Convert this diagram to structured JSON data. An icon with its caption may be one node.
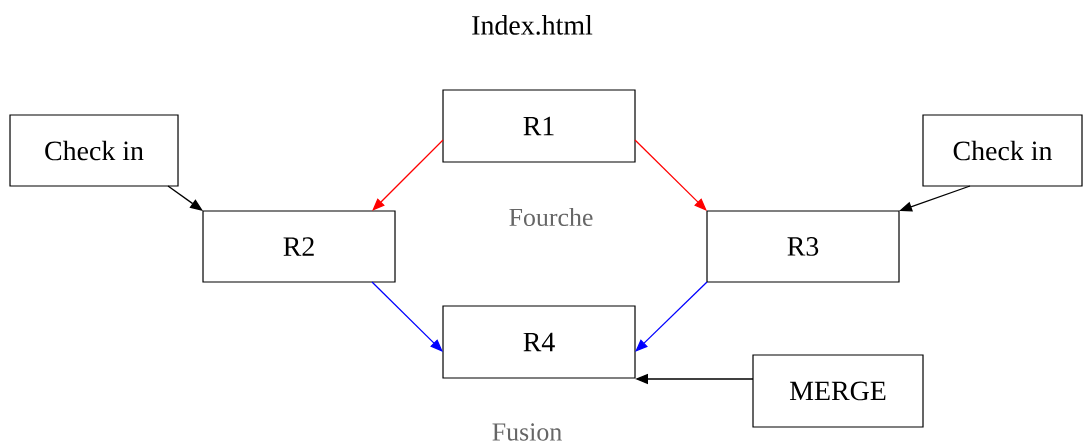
{
  "diagram": {
    "title": "Index.html",
    "nodes": [
      {
        "text": [
          "R1"
        ]
      },
      {
        "text": [
          "Check in"
        ]
      },
      {
        "text": [
          "Check in"
        ]
      },
      {
        "text": [
          "R2"
        ]
      },
      {
        "text": [
          "R3"
        ]
      },
      {
        "text": [
          "R4"
        ]
      },
      {
        "text": [
          "MERGE"
        ]
      }
    ],
    "edges": [
      {
        "from": 0,
        "to": 3,
        "arrow": "to",
        "color": "#ff0000"
      },
      {
        "from": 0,
        "to": 4,
        "arrow": "to",
        "color": "#ff0000"
      },
      {
        "from": 1,
        "to": 3,
        "arrow": "to"
      },
      {
        "from": 2,
        "to": 4,
        "arrow": "to"
      },
      {
        "from": 3,
        "to": 5,
        "arrow": "to",
        "color": "#0000ff"
      },
      {
        "from": 4,
        "to": 5,
        "arrow": "to",
        "color": "#0000ff"
      },
      {
        "from": 6,
        "to": 5,
        "arrow": "to"
      }
    ],
    "labels": [
      "Fourche",
      "Fusion"
    ]
  }
}
